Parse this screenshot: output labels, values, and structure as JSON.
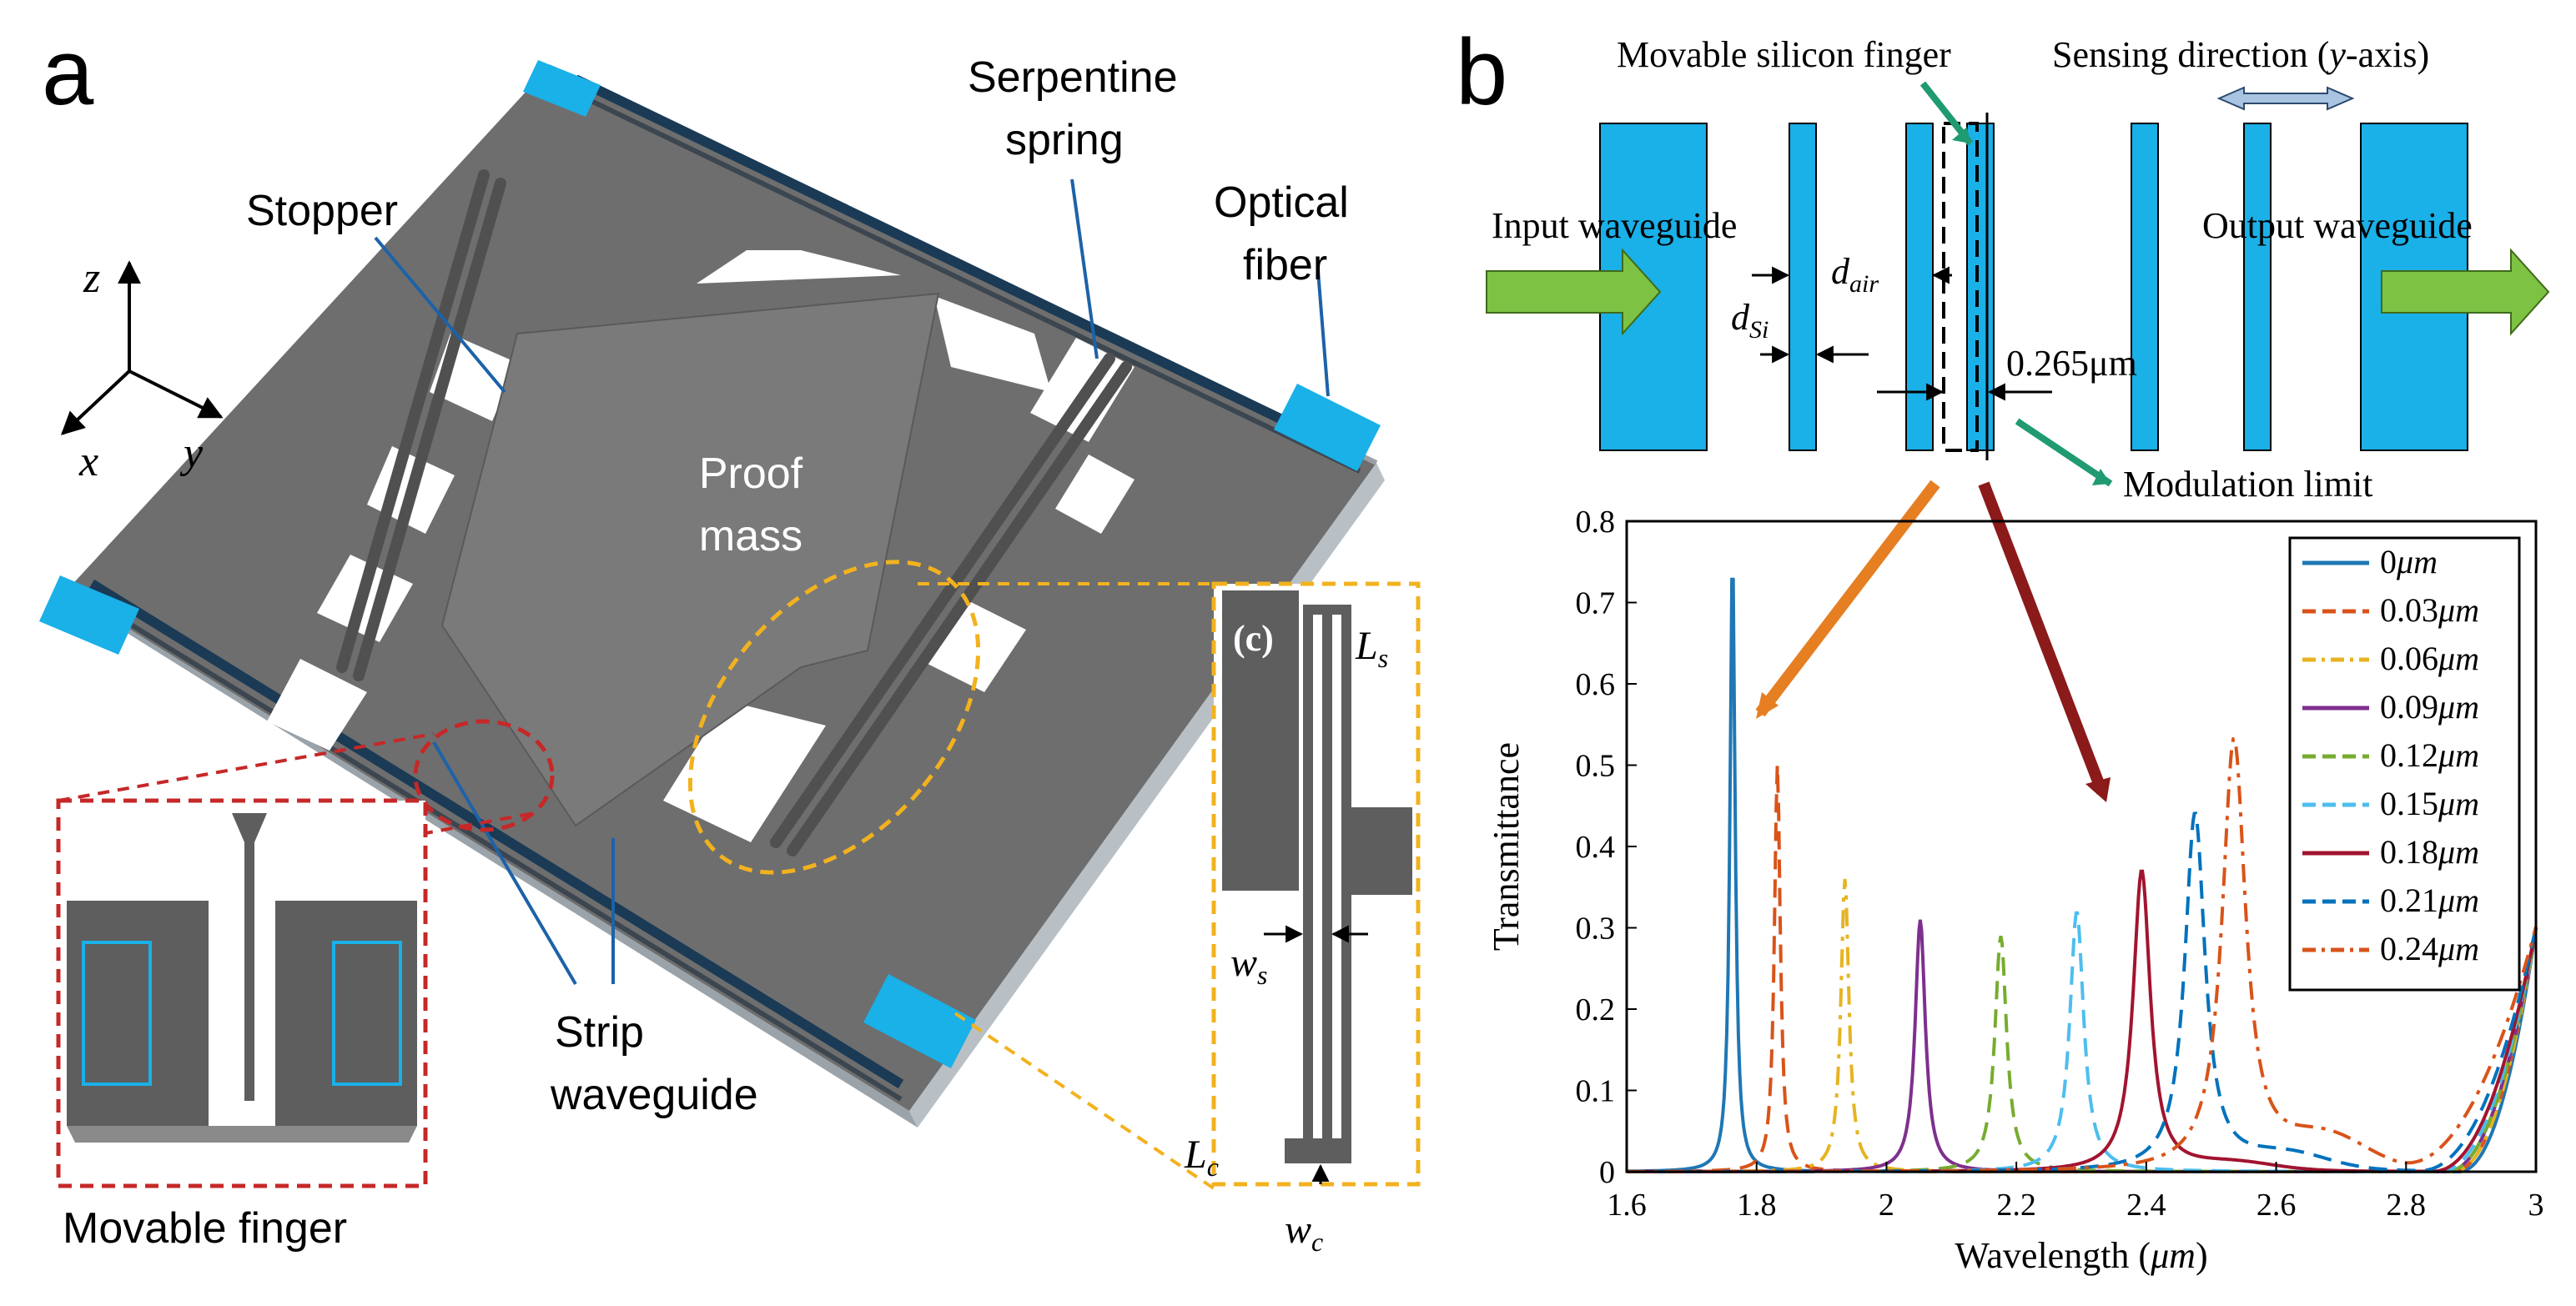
{
  "panel_a": {
    "letter": "a",
    "labels": {
      "stopper": "Stopper",
      "serpentine_1": "Serpentine",
      "serpentine_2": "spring",
      "optical_1": "Optical",
      "optical_2": "fiber",
      "proof_1": "Proof",
      "proof_2": "mass",
      "strip_1": "Strip",
      "strip_2": "waveguide",
      "movable_finger": "Movable finger"
    },
    "axes": {
      "z": "z",
      "x": "x",
      "y": "y"
    },
    "inset_c": {
      "tag": "(c)",
      "Ls": "L",
      "Ls_sub": "s",
      "ws": "w",
      "ws_sub": "s",
      "Lc": "L",
      "Lc_sub": "c",
      "wc": "w",
      "wc_sub": "c"
    },
    "colors": {
      "device": "#6e6e6e",
      "device_dark": "#4a4a4a",
      "fiber": "#1ab0e8",
      "waveguide": "#1a3a55",
      "red_dash": "#c62828",
      "yellow_dash": "#f2b21f"
    }
  },
  "panel_b": {
    "letter": "b",
    "schematic": {
      "movable_finger": "Movable silicon finger",
      "sensing_direction": "Sensing direction (",
      "sensing_axis": "y",
      "sensing_suffix": "-axis)",
      "input_waveguide": "Input waveguide",
      "output_waveguide": "Output waveguide",
      "d_air": "d",
      "d_air_sub": "air",
      "d_si": "d",
      "d_si_sub": "Si",
      "gap": "0.265μm",
      "modulation_limit": "Modulation limit",
      "colors": {
        "silicon": "#1ab0e8",
        "arrow": "#7dc243",
        "pointer": "#1f9a72"
      }
    }
  },
  "chart_data": {
    "type": "line",
    "xlabel": "Wavelength (",
    "xlabel_unit": "μm",
    "xlabel_close": ")",
    "ylabel": "Transmittance",
    "xlim": [
      1.6,
      3.0
    ],
    "ylim": [
      0,
      0.8
    ],
    "xticks": [
      "1.6",
      "1.8",
      "2",
      "2.2",
      "2.4",
      "2.6",
      "2.8",
      "3"
    ],
    "yticks": [
      "0",
      "0.1",
      "0.2",
      "0.3",
      "0.4",
      "0.5",
      "0.6",
      "0.7",
      "0.8"
    ],
    "legend_position": "top-right",
    "series": [
      {
        "name": "0",
        "unit": "μm",
        "color": "#1f77b4",
        "dash": "solid",
        "peak_x": 1.763,
        "peak_y": 0.76,
        "hw": 0.0048,
        "floor": 0.0,
        "rise_x": 2.88
      },
      {
        "name": "0.03",
        "unit": "μm",
        "color": "#d95319",
        "dash": "dash",
        "peak_x": 1.832,
        "peak_y": 0.5,
        "hw": 0.0055,
        "floor": 0.0,
        "rise_x": 2.87
      },
      {
        "name": "0.06",
        "unit": "μm",
        "color": "#e6b422",
        "dash": "dashdot",
        "peak_x": 1.936,
        "peak_y": 0.36,
        "hw": 0.0075,
        "floor": 0.0,
        "rise_x": 2.87
      },
      {
        "name": "0.09",
        "unit": "μm",
        "color": "#7e2f8e",
        "dash": "solid",
        "peak_x": 2.052,
        "peak_y": 0.31,
        "hw": 0.0095,
        "floor": 0.0,
        "rise_x": 2.86
      },
      {
        "name": "0.12",
        "unit": "μm",
        "color": "#77ac30",
        "dash": "dash",
        "peak_x": 2.176,
        "peak_y": 0.29,
        "hw": 0.011,
        "floor": 0.0,
        "rise_x": 2.86
      },
      {
        "name": "0.15",
        "unit": "μm",
        "color": "#4dbeee",
        "dash": "dash",
        "peak_x": 2.293,
        "peak_y": 0.32,
        "hw": 0.013,
        "floor": 0.0,
        "rise_x": 2.85
      },
      {
        "name": "0.18",
        "unit": "μm",
        "color": "#a2142f",
        "dash": "solid",
        "peak_x": 2.393,
        "peak_y": 0.37,
        "hw": 0.016,
        "floor": 0.01,
        "rise_x": 2.84
      },
      {
        "name": "0.21",
        "unit": "μm",
        "color": "#0072bd",
        "dash": "dash",
        "peak_x": 2.475,
        "peak_y": 0.44,
        "hw": 0.019,
        "floor": 0.02,
        "rise_x": 2.82
      },
      {
        "name": "0.24",
        "unit": "μm",
        "color": "#d95319",
        "dash": "dashdot",
        "peak_x": 2.535,
        "peak_y": 0.53,
        "hw": 0.022,
        "floor": 0.04,
        "rise_x": 2.78
      }
    ]
  }
}
